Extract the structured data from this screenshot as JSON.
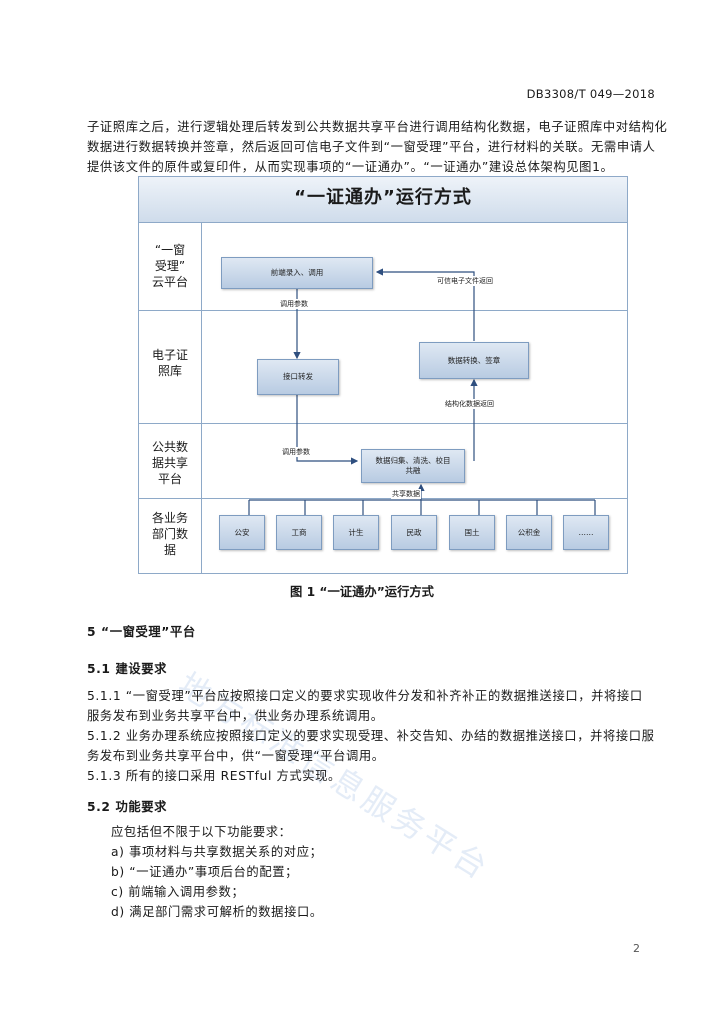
{
  "header": {
    "doc_code": "DB3308/T 049—2018"
  },
  "intro_lines": [
    "子证照库之后，进行逻辑处理后转发到公共数据共享平台进行调用结构化数据，电子证照库中对结构化",
    "数据进行数据转换并签章，然后返回可信电子文件到“一窗受理”平台，进行材料的关联。无需申请人",
    "提供该文件的原件或复印件，从而实现事项的“一证通办”。“一证通办”建设总体架构见图1。"
  ],
  "diagram": {
    "title": "“一证通办”运行方式",
    "lanes": [
      {
        "label_lines": [
          "“一窗",
          "受理”",
          "云平台"
        ]
      },
      {
        "label_lines": [
          "电子证",
          "照库"
        ]
      },
      {
        "label_lines": [
          "公共数",
          "据共享",
          "平台"
        ]
      },
      {
        "label_lines": [
          "各业务",
          "部门数",
          "据"
        ]
      }
    ],
    "boxes": {
      "frontend": "前端录入、调用",
      "interface": "接口转发",
      "convert": "数据转换、签章",
      "collect_line1": "数据归集、清洗、校目",
      "collect_line2": "共融"
    },
    "depts": [
      "公安",
      "工商",
      "计生",
      "民政",
      "国土",
      "公积金",
      "……"
    ],
    "labels": {
      "trusted_return": "可信电子文件返回",
      "call_param1": "调用参数",
      "struct_return": "结构化数据返回",
      "call_param2": "调用参数",
      "shared_data": "共享数据"
    }
  },
  "figure_caption": "图 1 “一证通办”运行方式",
  "section5": {
    "title": "5 “一窗受理”平台"
  },
  "section5_1": {
    "title": "5.1 建设要求"
  },
  "s511_lines": [
    "5.1.1 “一窗受理”平台应按照接口定义的要求实现收件分发和补齐补正的数据推送接口，并将接口",
    "服务发布到业务共享平台中，供业务办理系统调用。"
  ],
  "s512_lines": [
    "5.1.2 业务办理系统应按照接口定义的要求实现受理、补交告知、办结的数据推送接口，并将接口服",
    "务发布到业务共享平台中，供“一窗受理“平台调用。"
  ],
  "s513": "5.1.3 所有的接口采用 RESTful 方式实现。",
  "section5_2": {
    "title": "5.2 功能要求"
  },
  "s52_intro": "应包括但不限于以下功能要求：",
  "s52_items": [
    "a) 事项材料与共享数据关系的对应；",
    "b) “一证通办”事项后台的配置；",
    "c) 前端输入调用参数；",
    "d) 满足部门需求可解析的数据接口。"
  ],
  "page_number": "2",
  "watermark": "地方标准信息服务平台"
}
